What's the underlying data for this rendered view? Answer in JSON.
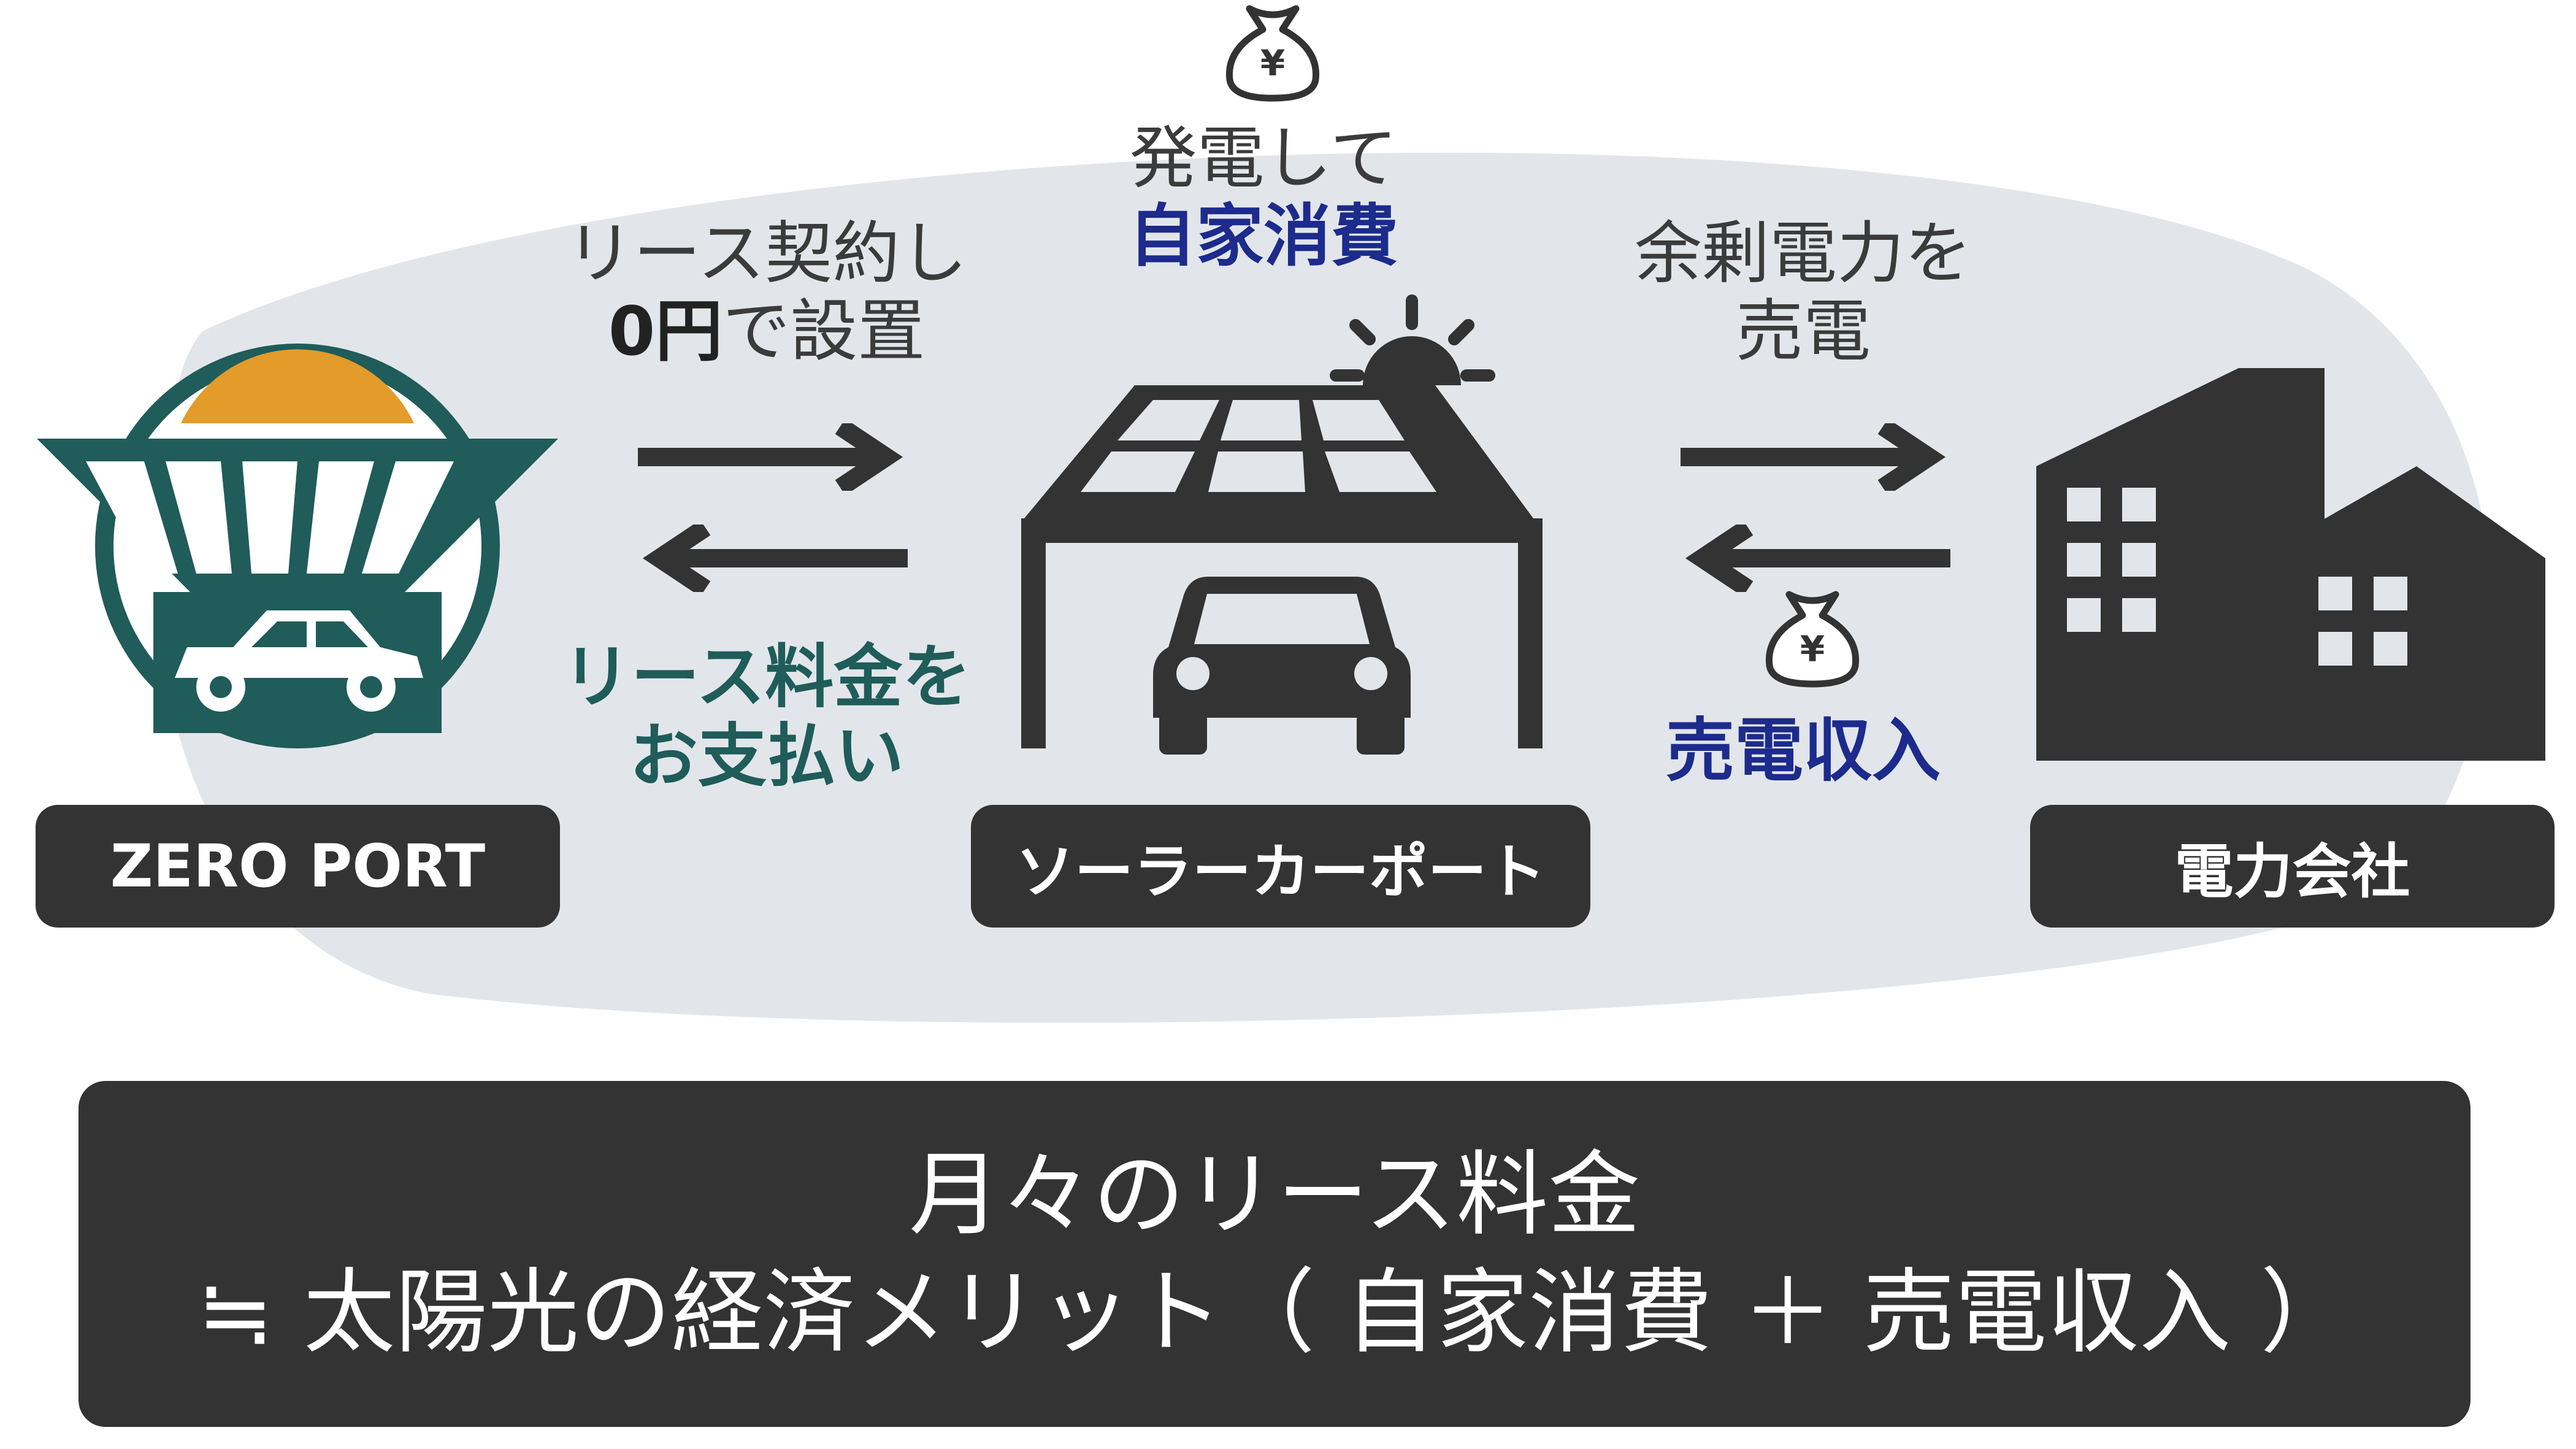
{
  "labels": {
    "lease_contract_line1": "リース契約し",
    "lease_contract_line2_bold": "0円",
    "lease_contract_line2_rest": "で設置",
    "self_use_line1": "発電して",
    "self_use_line2": "自家消費",
    "surplus_line1": "余剰電力を",
    "surplus_line2": "売電",
    "lease_payment_line1": "リース料金を",
    "lease_payment_line2": "お支払い",
    "sales_income": "売電収入"
  },
  "entities": {
    "zero_port": "ZERO PORT",
    "solar_carport": "ソーラーカーポート",
    "power_company": "電力会社"
  },
  "summary": {
    "line1": "月々のリース料金",
    "line2": "≒ 太陽光の経済メリット（ 自家消費 ＋ 売電収入 ）"
  },
  "icons": {
    "money_bag_symbol": "¥"
  },
  "colors": {
    "backdrop": "#e2e6ea",
    "dark": "#333333",
    "teal": "#1f5c5a",
    "navy": "#1c2b8c",
    "logo_sun": "#e39b2a"
  }
}
